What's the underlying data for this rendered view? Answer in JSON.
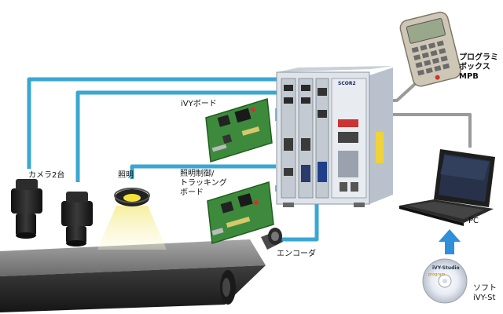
{
  "labels": {
    "cameras": "カメラ2台",
    "lighting": "照明",
    "ivy_board": "iVYボード",
    "lighting_board_l1": "照明制御/",
    "lighting_board_l2": "トラッキング",
    "lighting_board_l3": "ボード",
    "encoder": "エンコーダ",
    "mpb_l1": "プログラミ",
    "mpb_l2": "ボックス",
    "mpb_l3": "MPB",
    "pc": "PC",
    "software_l1": "ソフト",
    "software_l2": "iVY-St",
    "cd_title": "iVY-Studio",
    "cd_sub": "program",
    "controller_model": "SCOR2"
  },
  "colors": {
    "cable_cyan": "#3aa7d2",
    "cable_gray": "#9a9a9a",
    "controller_body": "#dfe4ea",
    "board_green": "#3d8a3d",
    "arrow_blue": "#2f8fd8",
    "light_glow": "#f4eba0"
  },
  "icons": {
    "camera": "camera-icon",
    "ring_light": "ring-light-icon",
    "encoder": "encoder-icon",
    "controller": "robot-controller-icon",
    "pendant": "teach-pendant-icon",
    "laptop": "laptop-icon",
    "cd": "cd-disc-icon",
    "arrow": "arrow-icon"
  }
}
